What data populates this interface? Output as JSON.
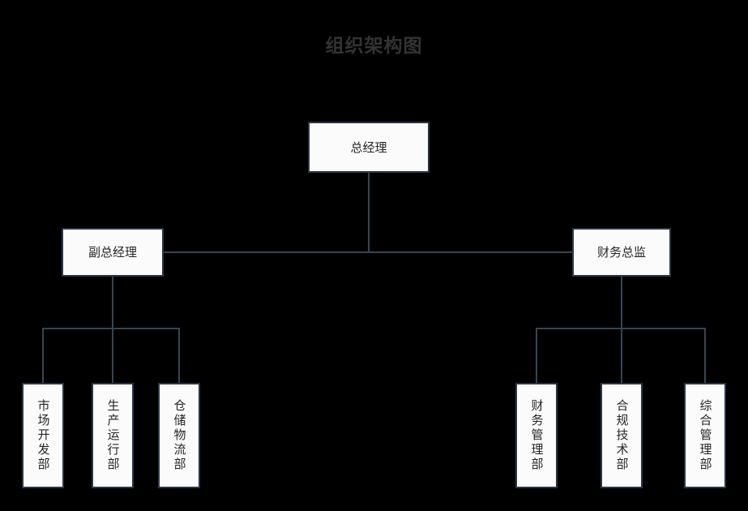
{
  "chart": {
    "title": "组织架构图",
    "type": "org-chart",
    "background_color": "#000000",
    "title_color": "#333333",
    "node_fill_color": "#fbfbfb",
    "node_border_color": "#2b3646",
    "node_text_color": "#262626",
    "connector_color": "#3a4450"
  },
  "nodes": {
    "root": {
      "label": "总经理",
      "orientation": "horizontal"
    },
    "level2": [
      {
        "label": "副总经理",
        "orientation": "horizontal"
      },
      {
        "label": "财务总监",
        "orientation": "horizontal"
      }
    ],
    "left_departments": [
      {
        "label": "市场开发部",
        "orientation": "vertical"
      },
      {
        "label": "生产运行部",
        "orientation": "vertical"
      },
      {
        "label": "仓储物流部",
        "orientation": "vertical"
      }
    ],
    "right_departments": [
      {
        "label": "财务管理部",
        "orientation": "vertical"
      },
      {
        "label": "合规技术部",
        "orientation": "vertical"
      },
      {
        "label": "综合管理部",
        "orientation": "vertical"
      }
    ]
  }
}
